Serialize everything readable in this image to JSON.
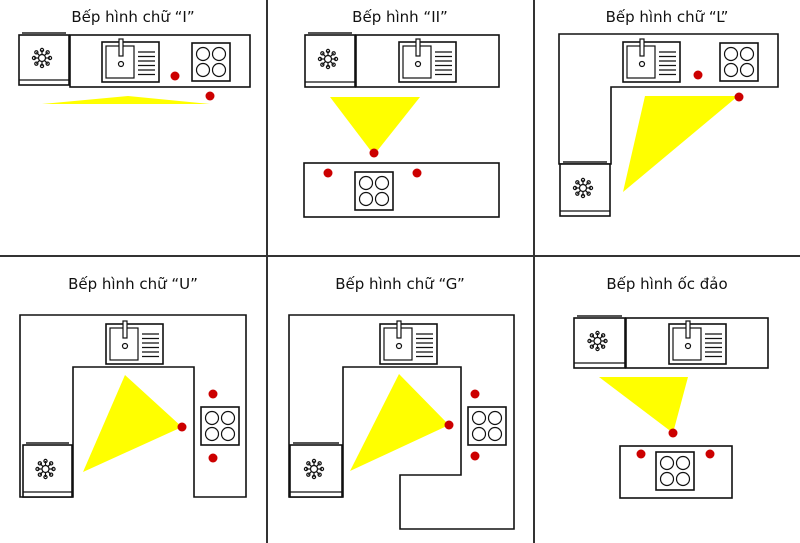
{
  "colors": {
    "work_triangle": "#ffff00",
    "work_point": "#cc0000",
    "outline": "#111111"
  },
  "layouts": [
    {
      "id": "i",
      "title": "Bếp hình chữ “I”"
    },
    {
      "id": "ii",
      "title": "Bếp hình “II”"
    },
    {
      "id": "l",
      "title": "Bếp hình chữ “L”"
    },
    {
      "id": "u",
      "title": "Bếp hình chữ “U”"
    },
    {
      "id": "g",
      "title": "Bếp hình chữ “G”"
    },
    {
      "id": "island",
      "title": "Bếp hình ốc đảo"
    }
  ],
  "icons": {
    "fridge": "snowflake-icon",
    "sink": "sink-icon",
    "stove": "stove-icon"
  }
}
